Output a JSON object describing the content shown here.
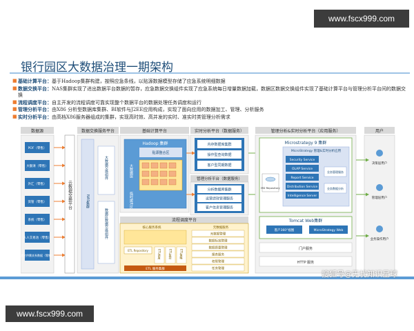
{
  "watermark": {
    "top": "www.fscx999.com",
    "bottom": "www.fscx999.com"
  },
  "title": "银行园区大数据治理一期架构",
  "bullets": [
    {
      "label": "基础计算平台：",
      "text": "基于Hadoop集群构建，按照应急条线，以贴源数据模型存储了应急系统明细数据"
    },
    {
      "label": "数据交换平台：",
      "text": "NAS集群实现了进出数据平台数据的暂存，应急数据交换组件实现了应急系统每日增量数据加载，数据区数据交换组件实现了基础计算平台与管理分析平台间的数据交换"
    },
    {
      "label": "流程调度平台：",
      "text": "自主开发的流程调度可靠实现整个数据平台的数据处理任务调度和运行"
    },
    {
      "label": "管理分析平台：",
      "text": "由X86 分析型数据库集群、BI软件与J2EE应用构成，实现了面向应用的数据加工、管理、分析服务"
    },
    {
      "label": "实时分析平台：",
      "text": "由高档X86服务器组成的集群，实现高时效、高并发的实时、准实时类管理分析需求"
    }
  ],
  "credit": "搜狐号@无忧知识星球",
  "diagram": {
    "col_data_source": "数据源",
    "sources": [
      "POF（零售）",
      "大额清（零售）",
      "外汇（零售）",
      "资管（零售）",
      "系统（零售）",
      "人人交易池（零售）",
      "其它供需关系数据（零售）"
    ],
    "col_exchange": "数据交换服务平台",
    "exchange_vertical": "云数据交换平台",
    "nas_label": "NAS集群",
    "exchange_inner_a": "大数据交换组件",
    "exchange_inner_b": "数据区数据交换组件",
    "col_base": "基础计算平台",
    "hadoop_title": "Hadoop 集群",
    "hadoop_inner": "贴源整合区",
    "hadoop_side_a": "大数据层",
    "hadoop_side_b": "临时缓冲区",
    "col_realtime": "实时分析平台（数据服务）",
    "rt_top": [
      "内存数据库集群",
      "操作型查询数据",
      "客户型同期数据"
    ],
    "mgmt_db_title": "管理分析平台（数据服务）",
    "rt_bottom": [
      "分析数据库集群",
      "运营绩效管理服务",
      "客户信息管理服务"
    ],
    "col_mgmt": "管理分析&实时分析平台（应用服务）",
    "ms_title": "Microstrategy 9 集群",
    "ms_inner": "MicroStrategy 管理&实时分析应用",
    "ms_services": [
      "Security Service",
      "OLAP Service",
      "Report Service",
      "Distribution Service",
      "Intelligence Server"
    ],
    "ms_right": [
      "业务管理服务",
      "业务数据分析"
    ],
    "md_repo": "MD Repository",
    "tomcat_title": "Tomcat Web集群",
    "tomcat_items": [
      "客户360°视图",
      "MicroStrategy Web"
    ],
    "portal": "门户服务",
    "http": "HTTP 服务",
    "sched_title": "流程调度平台",
    "sched_core": "核心服务系统",
    "sched_meta": "元数据服务",
    "etl_repo": "ETL Repository",
    "etl_items": [
      "ETL调度",
      "ETL监控",
      "ETL策略"
    ],
    "etl_cluster": "ETL 服务集群",
    "sched_right": [
      "元数据管理",
      "数据标准管理",
      "数据质量管理",
      "报表服务",
      "权限管理",
      "任务管理"
    ],
    "col_user": "用户",
    "users": [
      "决策层用户",
      "管理层用户",
      "业务操作用户"
    ],
    "colors": {
      "accent_orange": "#ed7d31",
      "header_gray": "#d9d9d9",
      "hadoop_blue": "#2e75b6",
      "green": "#70ad47",
      "dark_blue": "#1f4e79"
    }
  }
}
